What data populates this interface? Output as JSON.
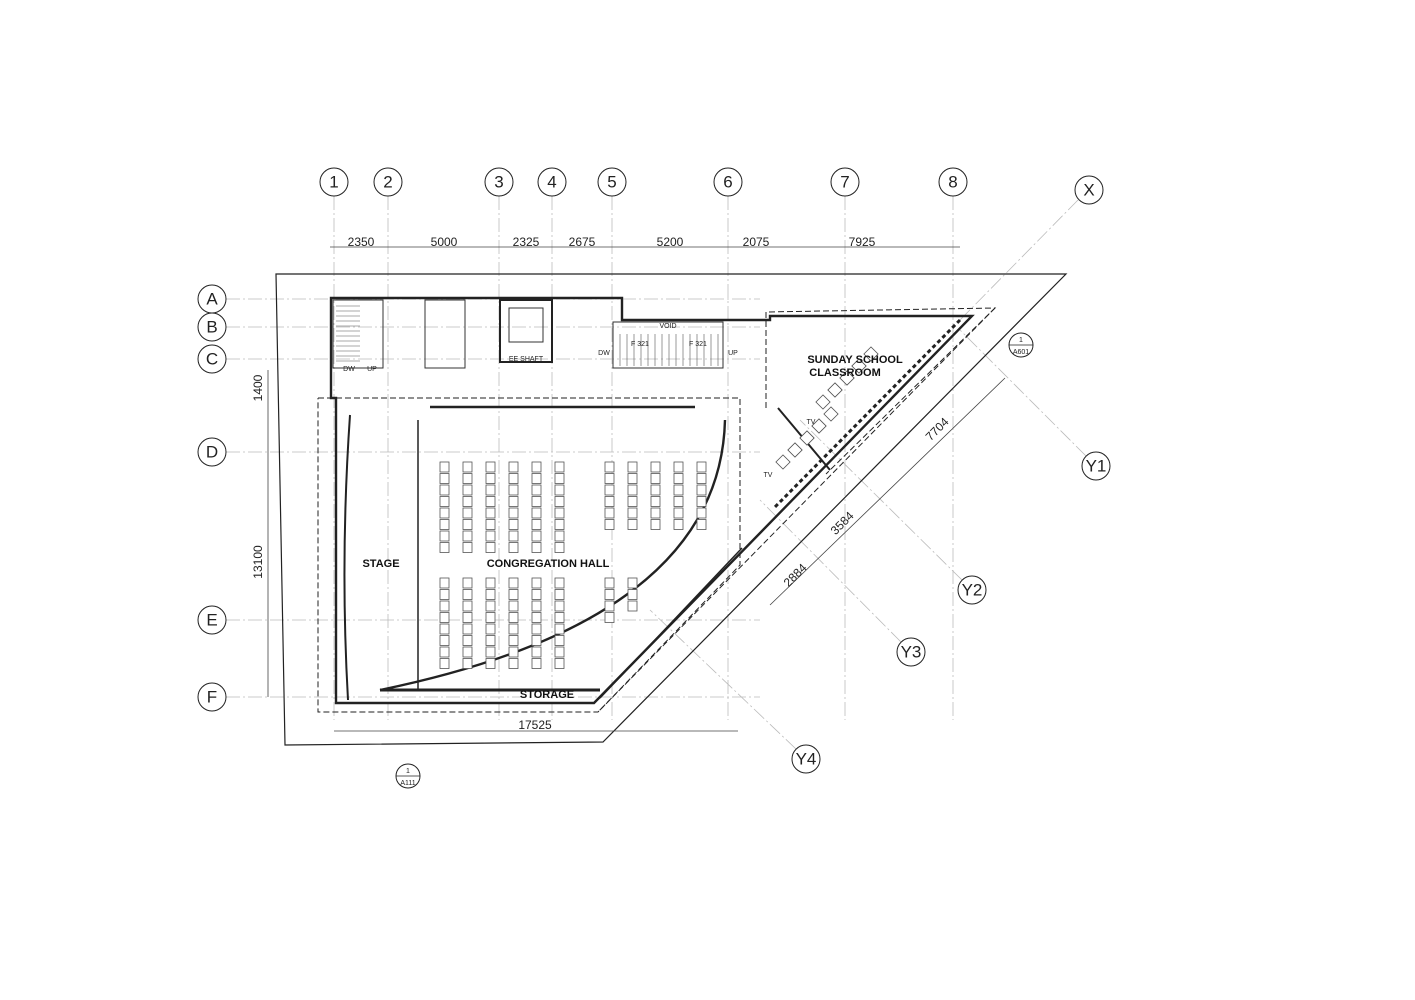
{
  "grid_columns": [
    "1",
    "2",
    "3",
    "4",
    "5",
    "6",
    "7",
    "8",
    "X"
  ],
  "grid_rows": [
    "A",
    "B",
    "C",
    "D",
    "E",
    "F"
  ],
  "grid_diagonals": [
    "Y1",
    "Y2",
    "Y3",
    "Y4"
  ],
  "top_dimensions": [
    "2350",
    "5000",
    "2325",
    "2675",
    "5200",
    "2075",
    "7925"
  ],
  "side_dimensions": [
    "1400",
    "13100"
  ],
  "bottom_dimension": "17525",
  "diagonal_dimensions": [
    "7704",
    "3584",
    "2884"
  ],
  "section_marks": [
    {
      "num": "1",
      "sheet": "A601"
    },
    {
      "num": "1",
      "sheet": "A111"
    }
  ],
  "rooms": {
    "stage": "STAGE",
    "hall": "CONGREGATION HALL",
    "storage": "STORAGE",
    "classroom_line1": "SUNDAY SCHOOL",
    "classroom_line2": "CLASSROOM"
  },
  "annotations": {
    "dw": "DW",
    "up": "UP",
    "void": "VOID",
    "stair_tag": "F 321",
    "tv": "TV",
    "shaft": "EE SHAFT"
  }
}
